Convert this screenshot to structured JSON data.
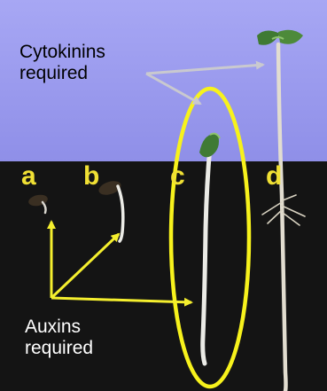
{
  "labels": {
    "cytokinins_line1": "Cytokinins",
    "cytokinins_line2": "required",
    "auxins_line1": "Auxins",
    "auxins_line2": "required"
  },
  "stage_letters": [
    "a",
    "b",
    "c",
    "d"
  ],
  "colors": {
    "sky": "#9d9df0",
    "ground": "#141414",
    "label_text": "#000000",
    "callout_text": "#ffffff",
    "stage_letter": "#f0e034",
    "highlight": "#f7f21c",
    "arrow_gray": "#c9c9cf",
    "arrow_yellow": "#f5ef2e",
    "cotyledon": "#3f7a33",
    "stem": "#ebebe6"
  },
  "icons": [
    "seed-icon",
    "seedling-icon"
  ]
}
